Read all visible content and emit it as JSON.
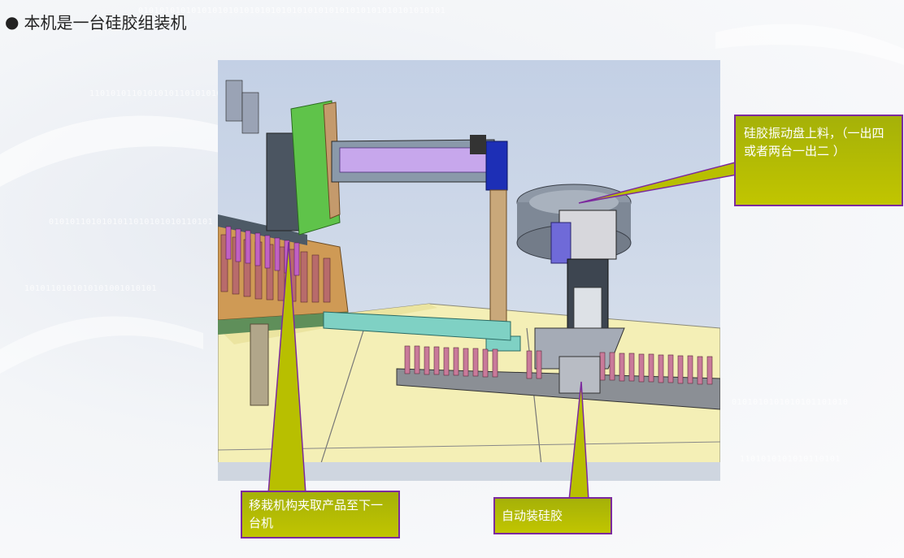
{
  "page": {
    "title": "本机是一台硅胶组装机"
  },
  "callouts": {
    "feeder": "硅胶振动盘上料，（一出四或者两台一出二 ）",
    "transfer": "移栽机构夹取产品至下一台机",
    "silicone": "自动装硅胶"
  },
  "colors": {
    "callout_fill": "#b9bf02",
    "callout_border": "#7c2a9e",
    "machine_blue": "#1d2fb6",
    "machine_green": "#5fc34a",
    "table_yellow": "#f6efb4"
  }
}
